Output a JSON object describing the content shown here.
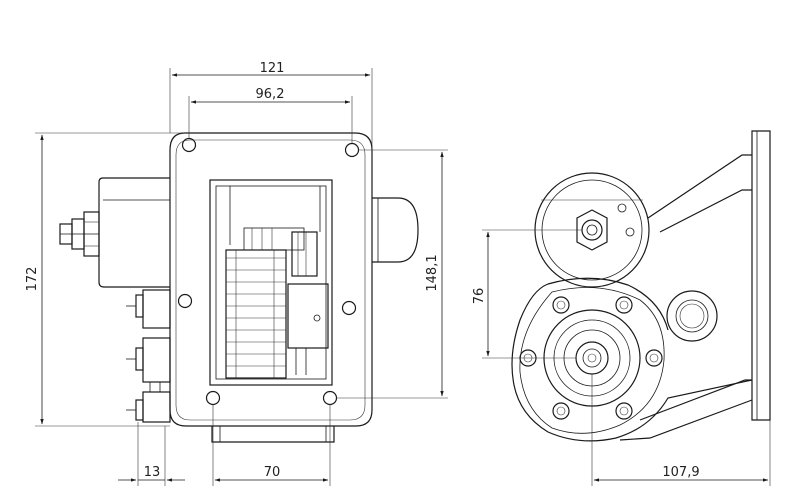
{
  "dimensions": {
    "top_overall": "121",
    "top_inner": "96,2",
    "left_height": "172",
    "right_height": "148,1",
    "bottom_left": "13",
    "bottom_mid": "70",
    "side_height": "76",
    "side_width": "107,9"
  },
  "colors": {
    "line": "#1a1a1a",
    "background": "#ffffff"
  }
}
